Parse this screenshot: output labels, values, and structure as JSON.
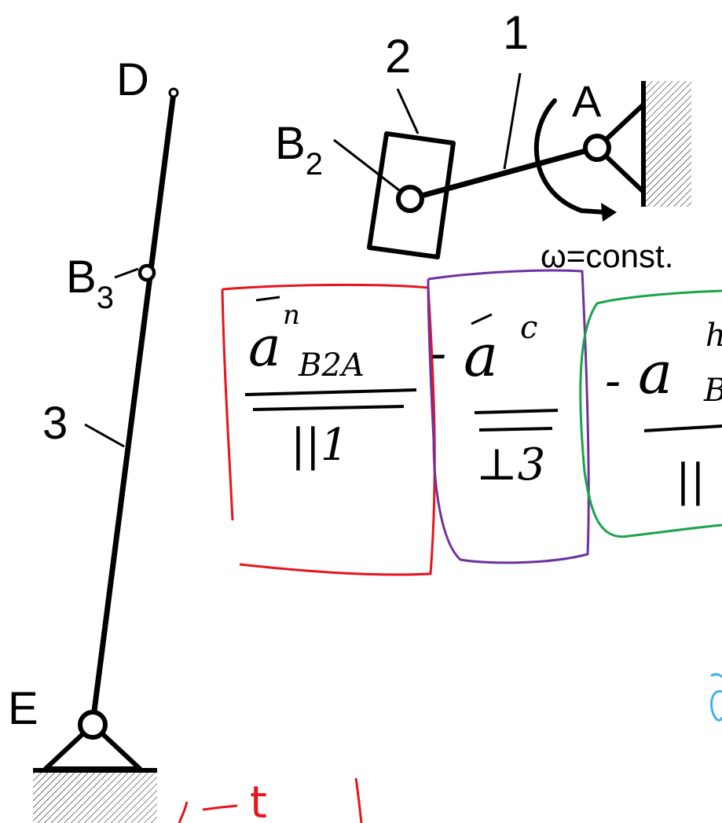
{
  "labels": {
    "D": "D",
    "A": "A",
    "B2_base": "B",
    "B2_sub": "2",
    "B3_base": "B",
    "B3_sub": "3",
    "E": "E",
    "link1": "1",
    "link2": "2",
    "link3": "3",
    "omega": "ω=const."
  },
  "handwriting": {
    "term1_top": "a",
    "term1_sup": "n",
    "term1_sub": "B2A",
    "term1_bottom": "||1",
    "term2_top": "a",
    "term2_sup": "c",
    "term2_bottom": "⊥3",
    "term3_top": "a",
    "term3_sup": "h",
    "term3_sub": "B",
    "term3_bottom": "||",
    "minus1": "-",
    "minus2": "-",
    "bottom_scribble": "t"
  },
  "colors": {
    "ink": "#000000",
    "box1": "#e8141c",
    "box2": "#7030a0",
    "box3": "#1aa34a",
    "blue_mark": "#3cb4e6",
    "red_ink": "#e8141c"
  }
}
